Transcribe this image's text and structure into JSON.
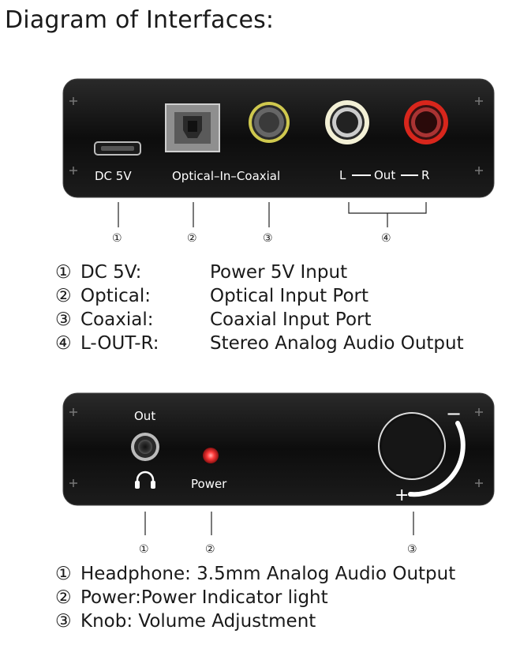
{
  "title": "Diagram of Interfaces:",
  "top_panel": {
    "labels": {
      "dc": "DC 5V",
      "optical_in_coaxial": "Optical–In–Coaxial",
      "l": "L",
      "out": "Out",
      "r": "R"
    },
    "callouts": [
      "①",
      "②",
      "③",
      "④"
    ]
  },
  "top_legend": [
    {
      "num": "①",
      "key": "DC 5V:",
      "desc": "Power 5V Input"
    },
    {
      "num": "②",
      "key": "Optical:",
      "desc": "Optical Input Port"
    },
    {
      "num": "③",
      "key": "Coaxial:",
      "desc": "Coaxial Input Port"
    },
    {
      "num": "④",
      "key": "L-OUT-R:",
      "desc": "Stereo Analog Audio Output"
    }
  ],
  "bottom_panel": {
    "labels": {
      "out": "Out",
      "power": "Power",
      "minus": "−",
      "plus": "+"
    },
    "callouts": [
      "①",
      "②",
      "③"
    ]
  },
  "bottom_legend": [
    {
      "num": "①",
      "text": "Headphone: 3.5mm Analog Audio Output"
    },
    {
      "num": "②",
      "text": "Power:Power Indicator light"
    },
    {
      "num": "③",
      "text": "Knob: Volume Adjustment"
    }
  ],
  "colors": {
    "panel": "#0d0d0d",
    "rca_left": "#e8e4c8",
    "rca_right": "#d8261c",
    "coaxial_ring": "#c9c24a",
    "power_led": "#ff3a3a"
  }
}
